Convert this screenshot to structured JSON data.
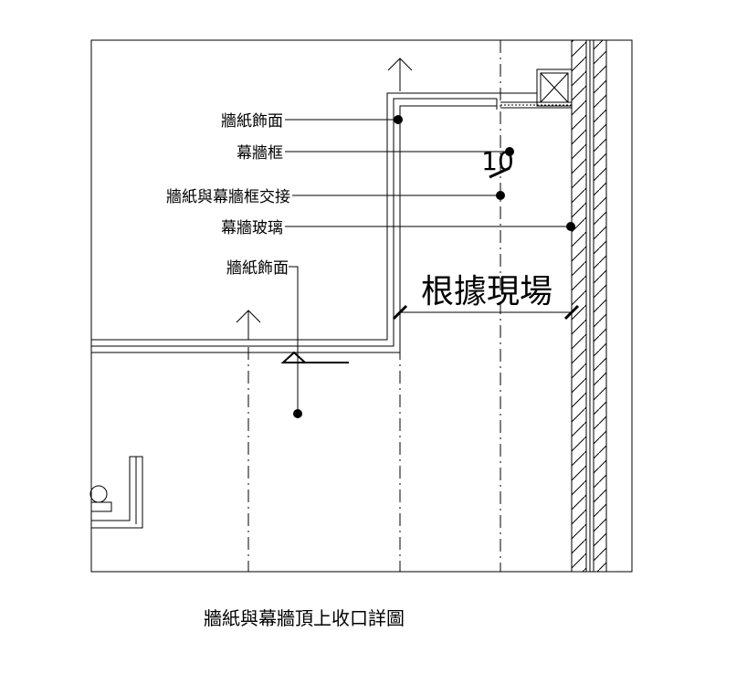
{
  "labels": {
    "wallpaper_finish_1": "牆紙飾面",
    "curtain_wall_frame": "幕牆框",
    "wallpaper_frame_junction": "牆紙與幕牆框交接",
    "curtain_wall_glass": "幕牆玻璃",
    "wallpaper_finish_2": "牆紙飾面"
  },
  "dimension": {
    "text": "根據現場",
    "value": "10"
  },
  "caption": "牆紙與幕牆頂上收口詳圖"
}
